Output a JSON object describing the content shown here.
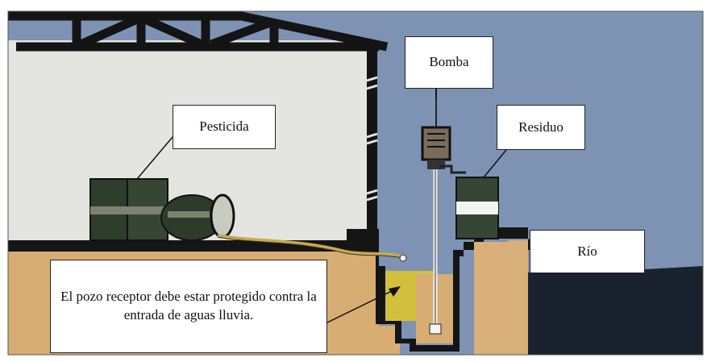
{
  "labels": {
    "bomba": "Bomba",
    "pesticida": "Pesticida",
    "residuo": "Residuo",
    "rio": "Río",
    "note": "El pozo receptor debe estar protegido contra la entrada de aguas lluvia."
  },
  "colors": {
    "sky": "#7e93b4",
    "wall": "#e6e6e2",
    "ground": "#d8ad74",
    "dark": "#151515",
    "water": "#d2c03c",
    "river": "#1a2230",
    "drum": "#354632"
  }
}
